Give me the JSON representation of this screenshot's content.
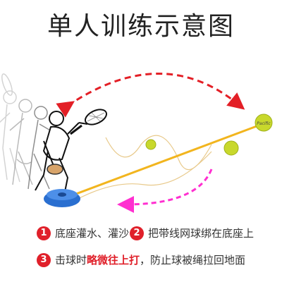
{
  "title": "单人训练示意图",
  "colors": {
    "accent": "#e0202a",
    "arrow_red": "#e31f26",
    "arrow_magenta": "#ff2fd0",
    "rope": "#f2b51e",
    "ball": "#c8d82c",
    "base": "#2a6fd0"
  },
  "ball_logo": "Pacific",
  "steps": [
    {
      "number": "1",
      "text": "底座灌水、灌沙"
    },
    {
      "number": "2",
      "text": "把带线网球绑在底座上"
    },
    {
      "number": "3",
      "text_before": "击球时",
      "highlight": "略微往上打",
      "text_after": "，防止球被绳拉回地面"
    }
  ]
}
